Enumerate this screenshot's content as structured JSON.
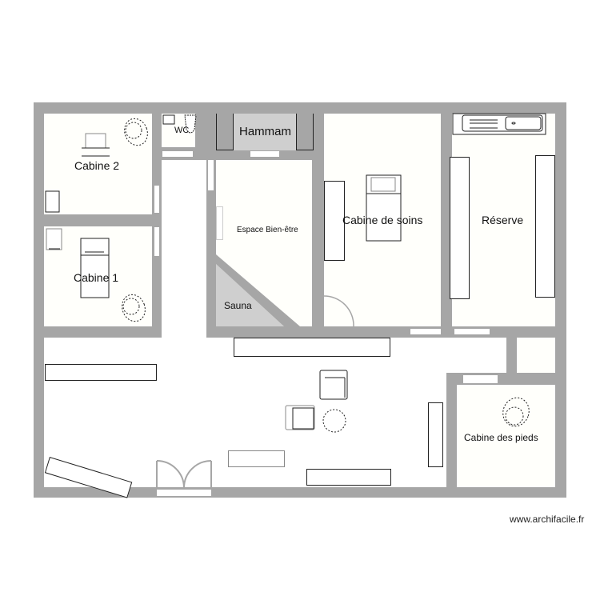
{
  "plan": {
    "rooms": [
      {
        "id": "cabine-2",
        "label": "Cabine 2"
      },
      {
        "id": "wc",
        "label": "WC"
      },
      {
        "id": "hammam",
        "label": "Hammam"
      },
      {
        "id": "espace-bien-etre",
        "label": "Espace Bien-être"
      },
      {
        "id": "sauna",
        "label": "Sauna"
      },
      {
        "id": "cabine-de-soins",
        "label": "Cabine de soins"
      },
      {
        "id": "reserve",
        "label": "Réserve"
      },
      {
        "id": "cabine-1",
        "label": "Cabine 1"
      },
      {
        "id": "cabine-des-pieds",
        "label": "Cabine des pieds"
      }
    ],
    "colors": {
      "wall": "#a6a6a6",
      "floor": "#fffffb",
      "grey_room": "#cfcfcf",
      "furniture_stroke": "#222222"
    }
  },
  "watermark": "www.archifacile.fr"
}
